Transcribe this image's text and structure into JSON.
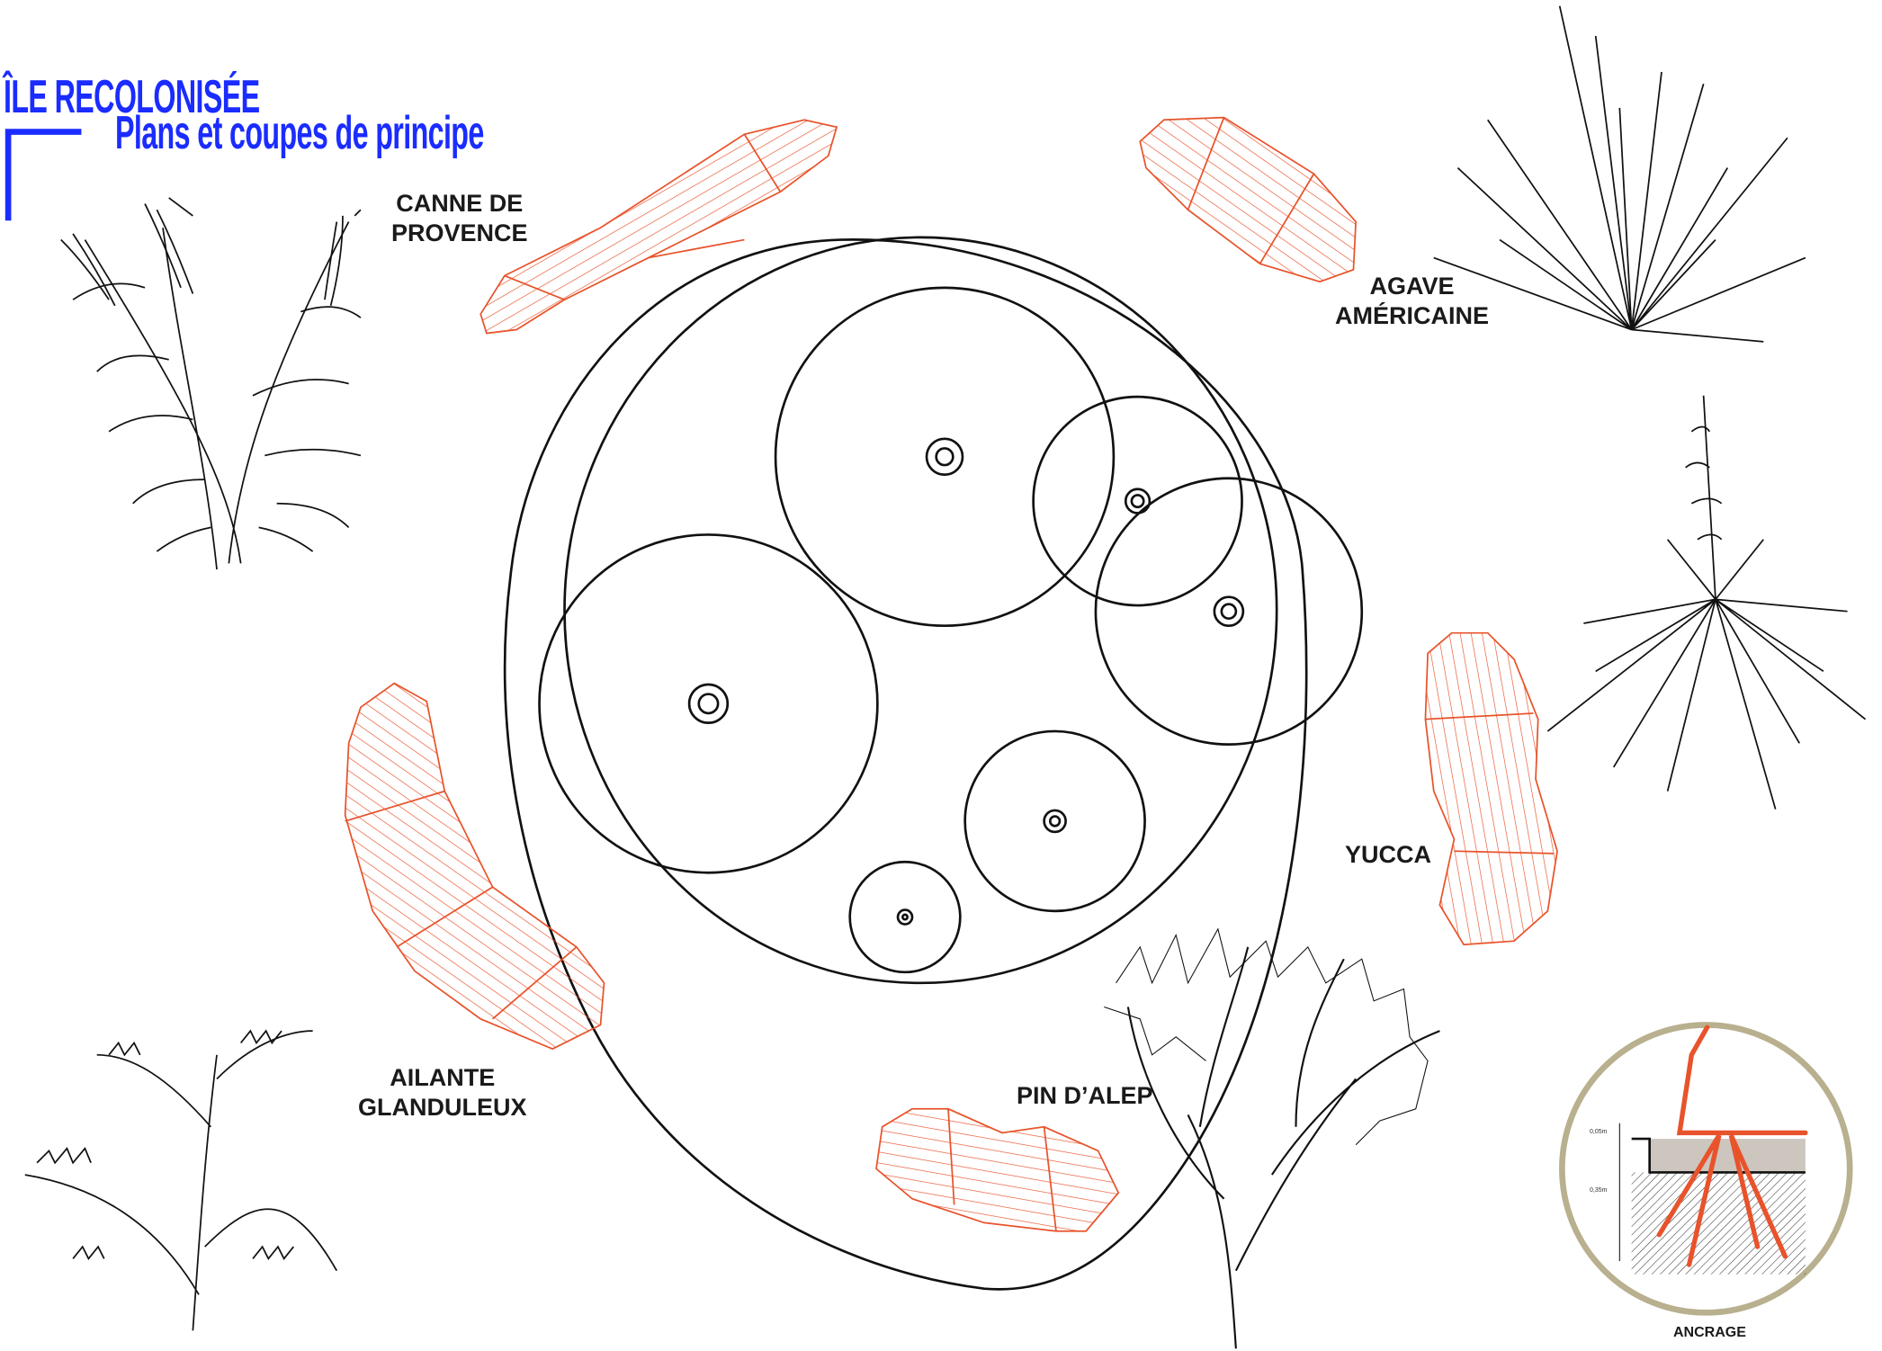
{
  "title": {
    "main": "ÎLE RECOLONISÉE",
    "subtitle": "Plans et coupes de principe"
  },
  "plants": [
    {
      "line1": "CANNE DE",
      "line2": "PROVENCE"
    },
    {
      "line1": "AGAVE",
      "line2": "AMÉRICAINE"
    },
    {
      "line1": "YUCCA",
      "line2": ""
    },
    {
      "line1": "PIN D’ALEP",
      "line2": ""
    },
    {
      "line1": "AILANTE",
      "line2": "GLANDULEUX"
    }
  ],
  "detail": {
    "label": "ANCRAGE",
    "dim_top": "0,05m",
    "dim_bottom": "0,35m"
  },
  "colors": {
    "title": "#1a2cff",
    "hatch": "#e8532b",
    "frame": "#b8b08e"
  }
}
